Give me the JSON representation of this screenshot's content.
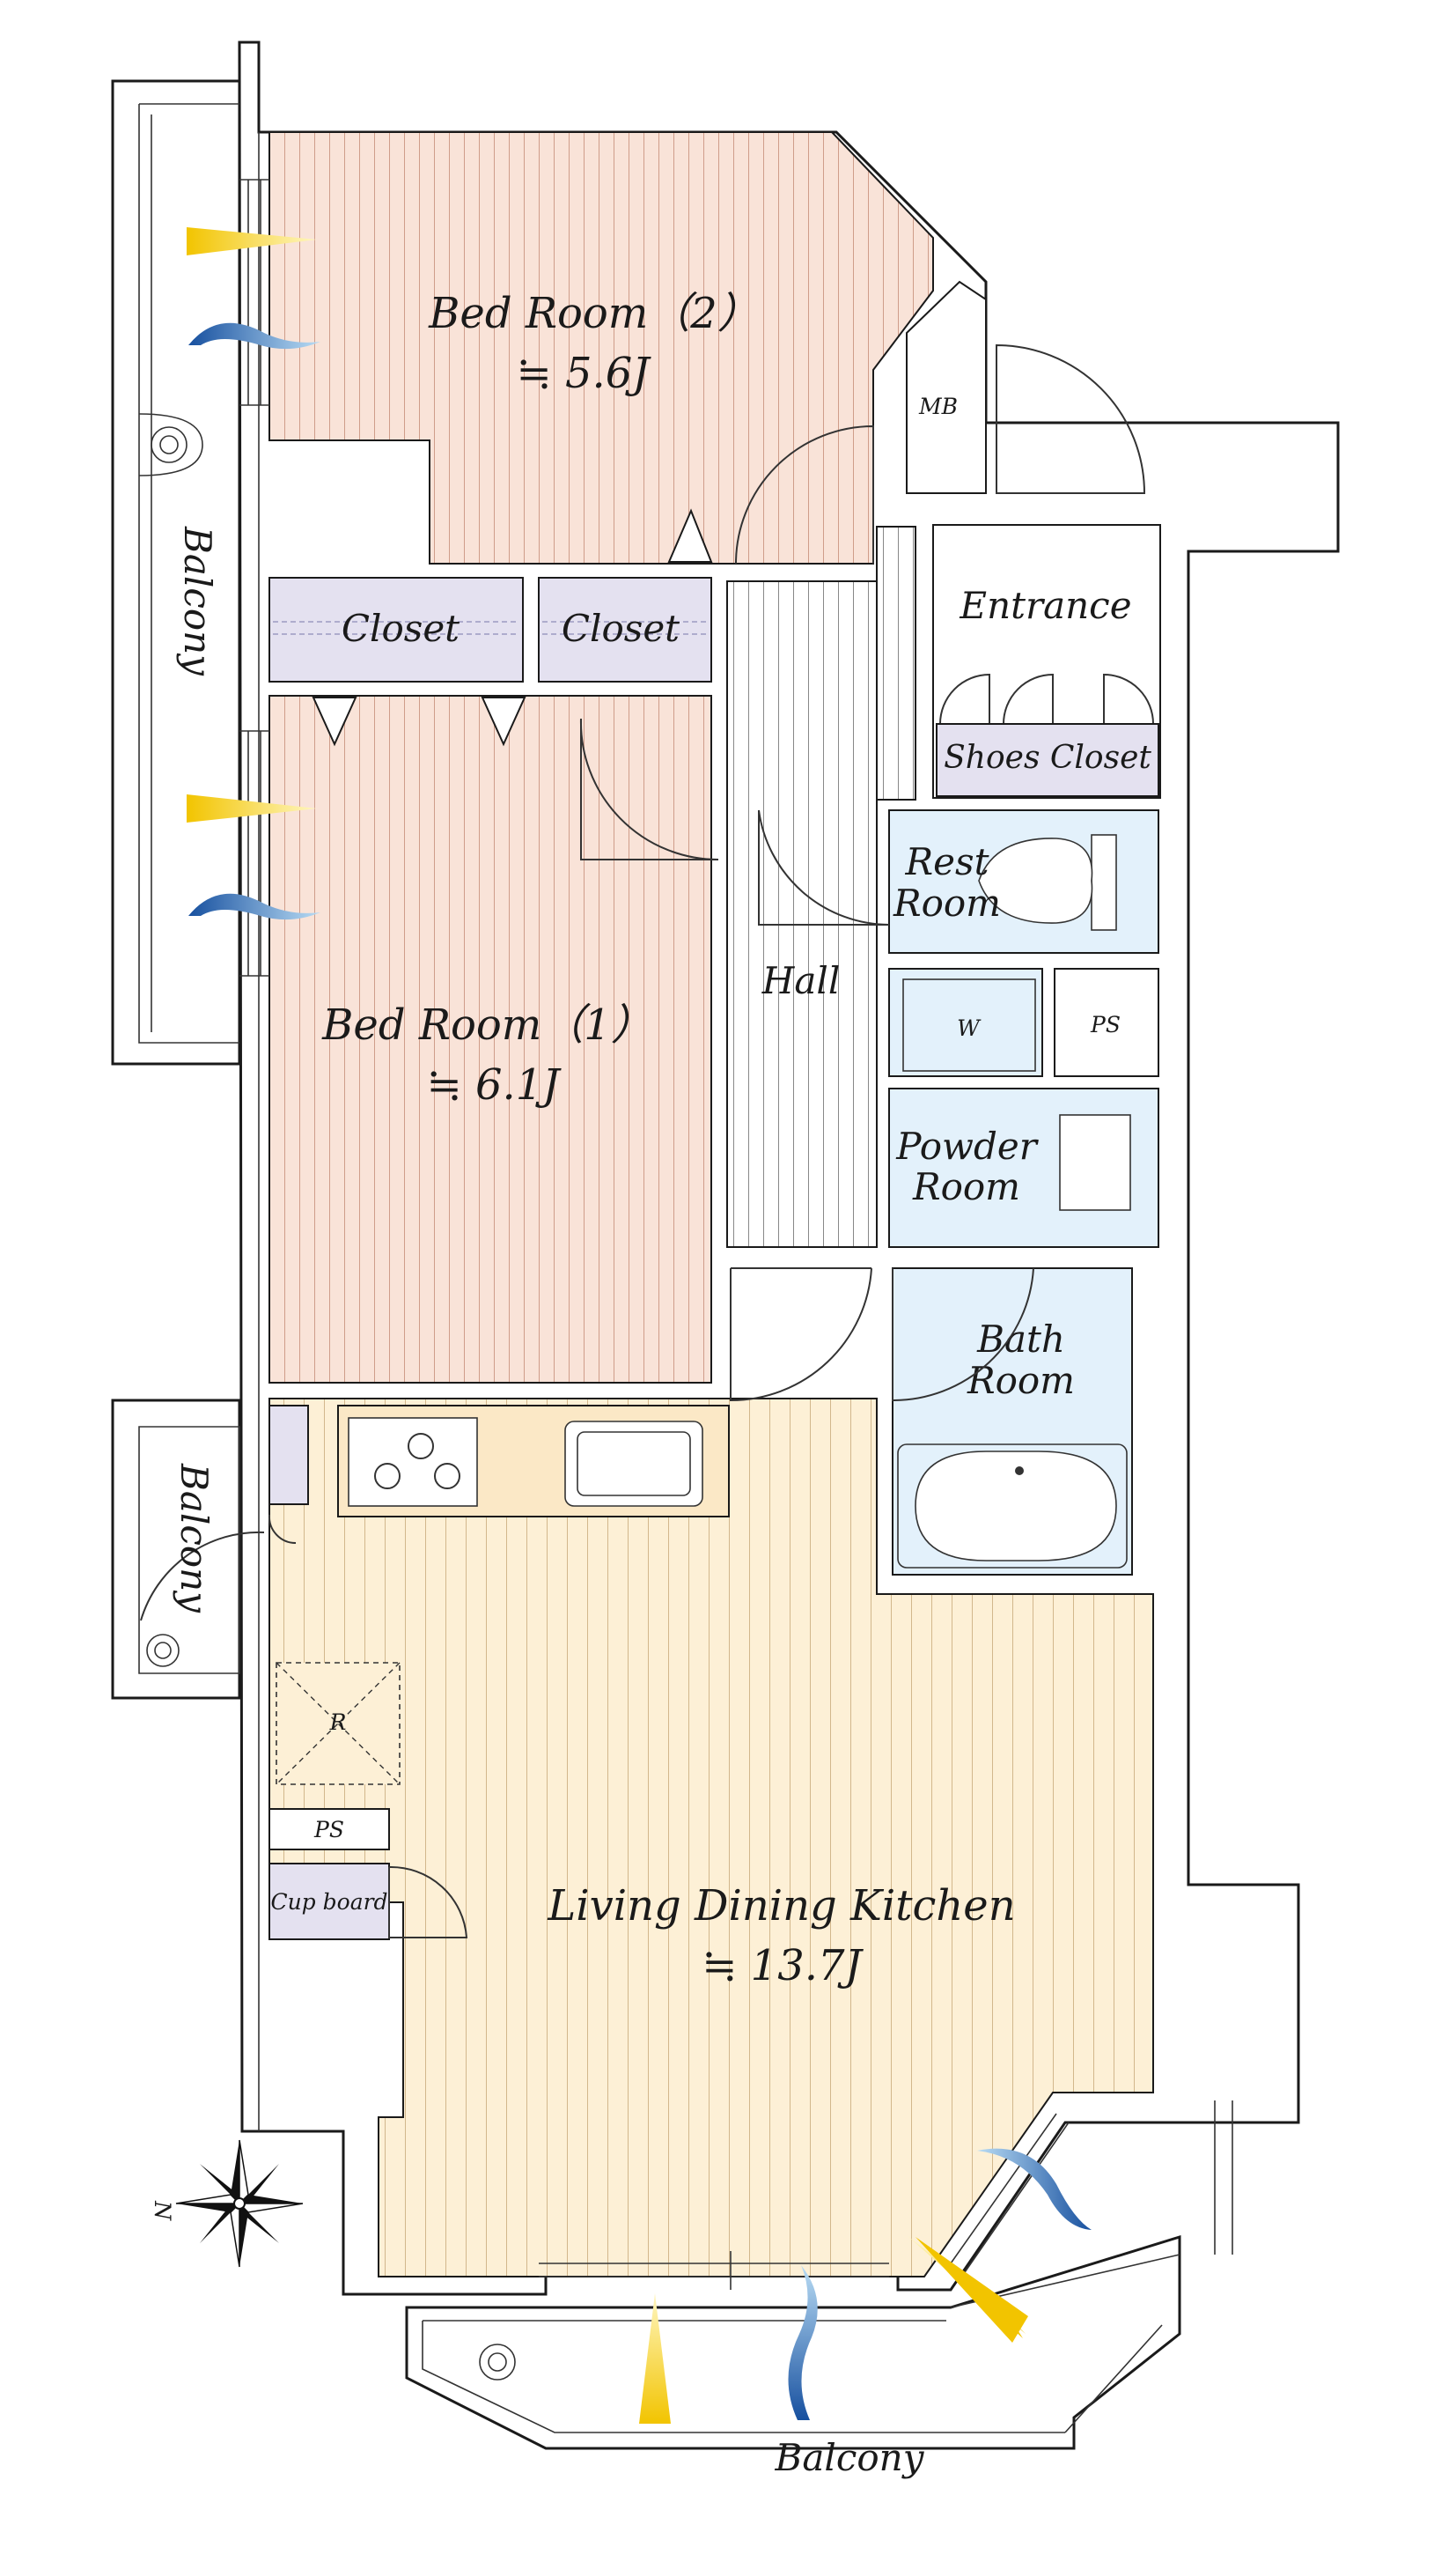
{
  "rooms": {
    "bed_room_2": {
      "name": "Bed Room（2）",
      "size": "≒ 5.6J"
    },
    "bed_room_1": {
      "name": "Bed Room（1）",
      "size": "≒ 6.1J"
    },
    "ldk": {
      "name": "Living Dining Kitchen",
      "size": "≒ 13.7J"
    },
    "closet_a": "Closet",
    "closet_b": "Closet",
    "entrance": "Entrance",
    "shoes_closet": "Shoes Closet",
    "rest_room": [
      "Rest",
      "Room"
    ],
    "hall": "Hall",
    "powder_room": [
      "Powder",
      "Room"
    ],
    "bath_room": [
      "Bath",
      "Room"
    ],
    "mb": "MB",
    "ps_upper": "PS",
    "ps_lower": "PS",
    "w": "W",
    "r": "R",
    "cupboard": "Cup  board"
  },
  "balconies": {
    "west_upper": "Balcony",
    "west_lower": "Balcony",
    "south": "Balcony"
  },
  "compass": {
    "north": "N"
  },
  "colors": {
    "bedroom_floor": "#f9e3d8",
    "ldk_floor": "#fdf0d6",
    "hall_floor": "#ffffff",
    "wet_area": "#e3f1fb",
    "closet_fill": "#e4e1f0",
    "sun_arrow": "#f7d21a",
    "wind_arrow": "#2c6fbd"
  }
}
